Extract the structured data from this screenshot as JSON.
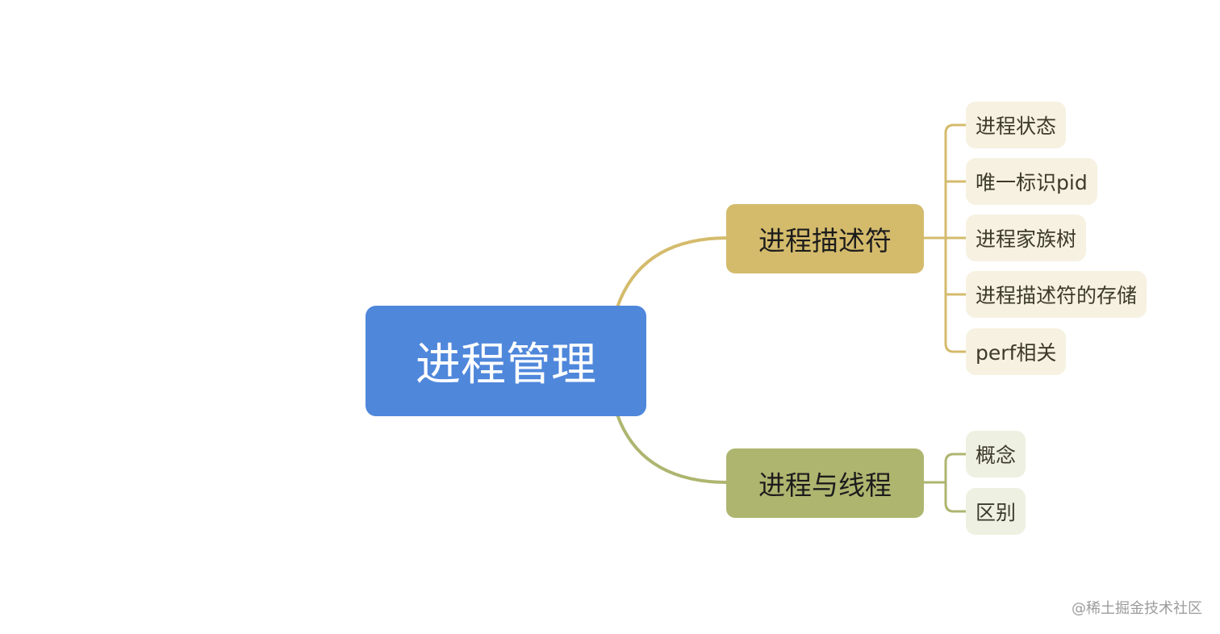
{
  "root": {
    "label": "进程管理"
  },
  "branches": [
    {
      "label": "进程描述符",
      "children": [
        "进程状态",
        "唯一标识pid",
        "进程家族树",
        "进程描述符的存储",
        "perf相关"
      ]
    },
    {
      "label": "进程与线程",
      "children": [
        "概念",
        "区别"
      ]
    }
  ],
  "watermark": "@稀土掘金技术社区",
  "colors": {
    "root": "#4f87db",
    "branch_a": "#d4bb6c",
    "branch_b": "#aeb56f",
    "leaf_a": "#f6f1e1",
    "leaf_b": "#eef0e1"
  }
}
